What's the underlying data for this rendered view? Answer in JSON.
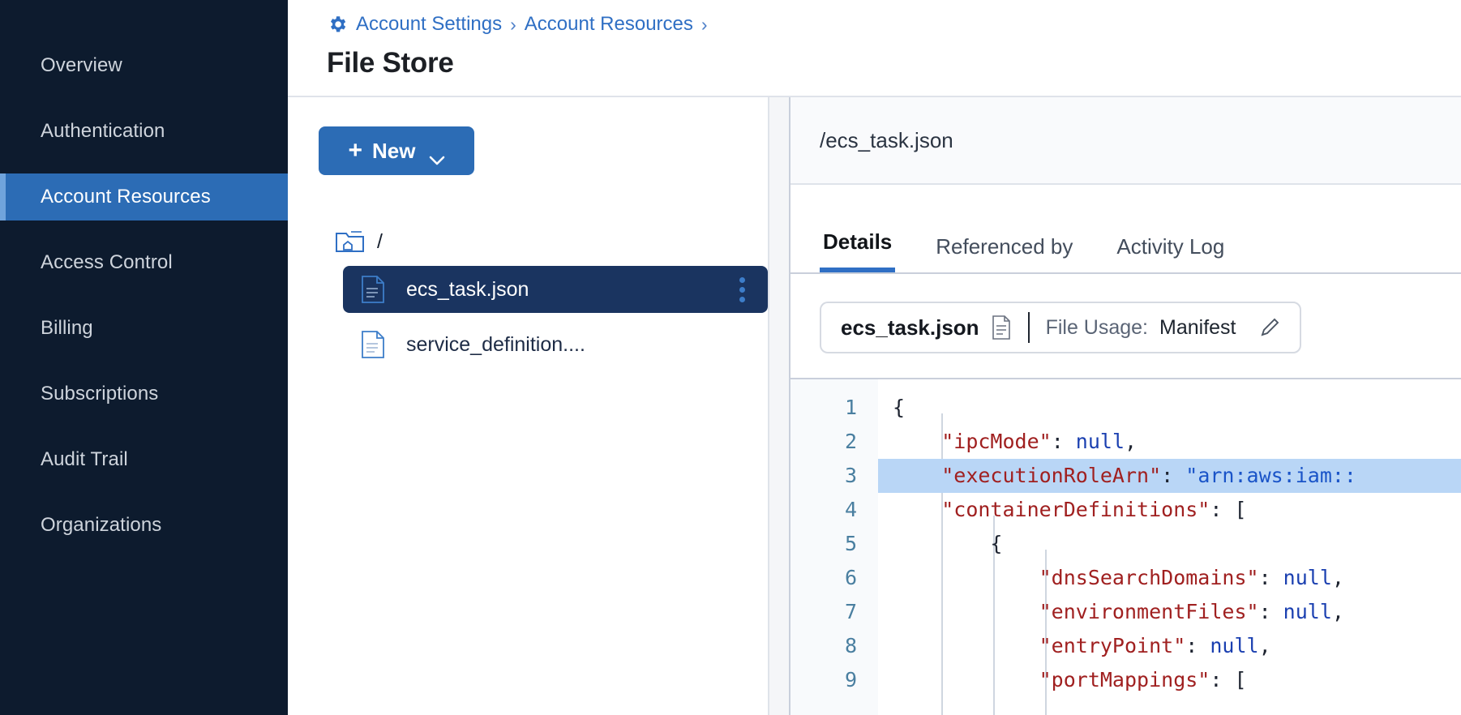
{
  "sidebar": {
    "items": [
      {
        "label": "Overview",
        "active": false
      },
      {
        "label": "Authentication",
        "active": false
      },
      {
        "label": "Account Resources",
        "active": true
      },
      {
        "label": "Access Control",
        "active": false
      },
      {
        "label": "Billing",
        "active": false
      },
      {
        "label": "Subscriptions",
        "active": false
      },
      {
        "label": "Audit Trail",
        "active": false
      },
      {
        "label": "Organizations",
        "active": false
      }
    ],
    "background": "#0d1b2e",
    "active_background": "#2c6cb5"
  },
  "header": {
    "breadcrumb": [
      {
        "label": "Account Settings",
        "icon": "gear-icon"
      },
      {
        "label": "Account Resources",
        "icon": ""
      }
    ],
    "separator": "›",
    "title": "File Store",
    "link_color": "#2f6fc4"
  },
  "tree_pane": {
    "new_button": {
      "label": "New",
      "plus": "+",
      "chevron": "chevron-down-icon"
    },
    "root": {
      "label": "/",
      "icon": "folder-home-icon"
    },
    "files": [
      {
        "name": "ecs_task.json",
        "selected": true,
        "icon": "file-json-icon",
        "menu": "kebab-menu-icon"
      },
      {
        "name": "service_definition....",
        "selected": false,
        "icon": "file-json-icon",
        "menu": ""
      }
    ]
  },
  "detail_pane": {
    "path": "/ecs_task.json",
    "tabs": [
      {
        "label": "Details",
        "active": true
      },
      {
        "label": "Referenced by",
        "active": false
      },
      {
        "label": "Activity Log",
        "active": false
      }
    ],
    "usage_chip": {
      "file_name": "ecs_task.json",
      "file_icon": "document-icon",
      "usage_label": "File Usage:",
      "usage_value": "Manifest",
      "edit_icon": "pencil-icon"
    },
    "editor": {
      "line_numbers": [
        "1",
        "2",
        "3",
        "4",
        "5",
        "6",
        "7",
        "8",
        "9"
      ],
      "highlighted_line": 3,
      "lines": [
        {
          "n": 1,
          "tokens": [
            {
              "t": "punc",
              "v": "{"
            }
          ]
        },
        {
          "n": 2,
          "tokens": [
            {
              "t": "punc",
              "v": "    "
            },
            {
              "t": "key",
              "v": "\"ipcMode\""
            },
            {
              "t": "punc",
              "v": ": "
            },
            {
              "t": "val",
              "v": "null"
            },
            {
              "t": "punc",
              "v": ","
            }
          ]
        },
        {
          "n": 3,
          "tokens": [
            {
              "t": "punc",
              "v": "    "
            },
            {
              "t": "key",
              "v": "\"executionRoleArn\""
            },
            {
              "t": "punc",
              "v": ": "
            },
            {
              "t": "str",
              "v": "\"arn:aws:iam::"
            }
          ]
        },
        {
          "n": 4,
          "tokens": [
            {
              "t": "punc",
              "v": "    "
            },
            {
              "t": "key",
              "v": "\"containerDefinitions\""
            },
            {
              "t": "punc",
              "v": ": ["
            }
          ]
        },
        {
          "n": 5,
          "tokens": [
            {
              "t": "punc",
              "v": "        {"
            }
          ]
        },
        {
          "n": 6,
          "tokens": [
            {
              "t": "punc",
              "v": "            "
            },
            {
              "t": "key",
              "v": "\"dnsSearchDomains\""
            },
            {
              "t": "punc",
              "v": ": "
            },
            {
              "t": "val",
              "v": "null"
            },
            {
              "t": "punc",
              "v": ","
            }
          ]
        },
        {
          "n": 7,
          "tokens": [
            {
              "t": "punc",
              "v": "            "
            },
            {
              "t": "key",
              "v": "\"environmentFiles\""
            },
            {
              "t": "punc",
              "v": ": "
            },
            {
              "t": "val",
              "v": "null"
            },
            {
              "t": "punc",
              "v": ","
            }
          ]
        },
        {
          "n": 8,
          "tokens": [
            {
              "t": "punc",
              "v": "            "
            },
            {
              "t": "key",
              "v": "\"entryPoint\""
            },
            {
              "t": "punc",
              "v": ": "
            },
            {
              "t": "val",
              "v": "null"
            },
            {
              "t": "punc",
              "v": ","
            }
          ]
        },
        {
          "n": 9,
          "tokens": [
            {
              "t": "punc",
              "v": "            "
            },
            {
              "t": "key",
              "v": "\"portMappings\""
            },
            {
              "t": "punc",
              "v": ": ["
            }
          ]
        }
      ],
      "colors": {
        "key": "#a02020",
        "value": "#1a3fb0",
        "string": "#1a54c8",
        "highlight": "#b9d6f6",
        "gutter_text": "#4a7fa0"
      }
    }
  }
}
